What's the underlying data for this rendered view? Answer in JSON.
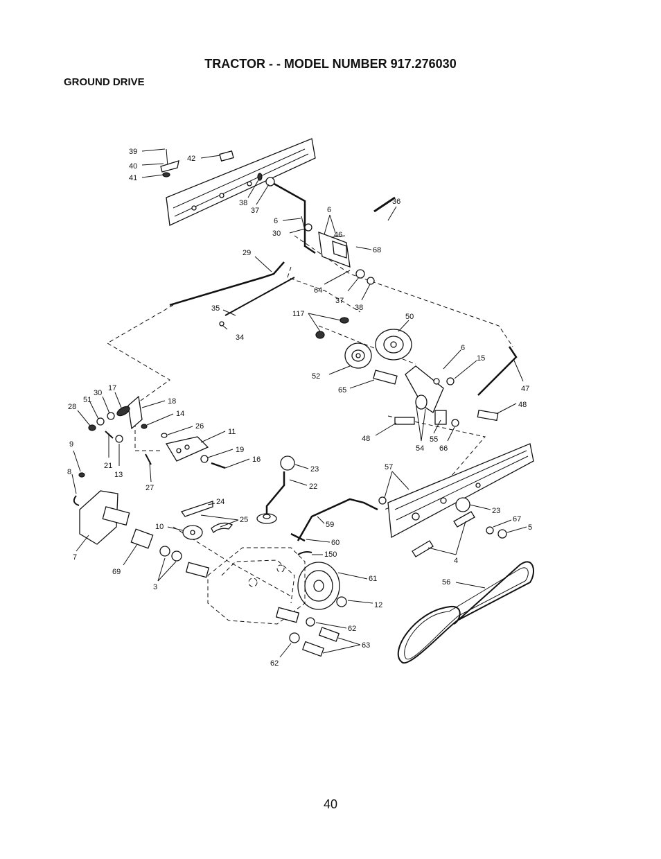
{
  "header": {
    "title": "TRACTOR - - MODEL NUMBER 917.276030",
    "subtitle": "GROUND DRIVE"
  },
  "footer": {
    "page_number": "40"
  },
  "callouts": [
    "39",
    "40",
    "41",
    "42",
    "38",
    "37",
    "6",
    "30",
    "6",
    "36",
    "46",
    "68",
    "29",
    "64",
    "37",
    "38",
    "35",
    "34",
    "117",
    "50",
    "52",
    "6",
    "15",
    "65",
    "47",
    "48",
    "17",
    "30",
    "51",
    "28",
    "18",
    "14",
    "26",
    "11",
    "19",
    "16",
    "9",
    "21",
    "13",
    "27",
    "8",
    "48",
    "54",
    "55",
    "66",
    "23",
    "22",
    "57",
    "23",
    "67",
    "5",
    "24",
    "25",
    "10",
    "59",
    "60",
    "4",
    "150",
    "7",
    "69",
    "3",
    "61",
    "56",
    "12",
    "62",
    "63",
    "62"
  ]
}
